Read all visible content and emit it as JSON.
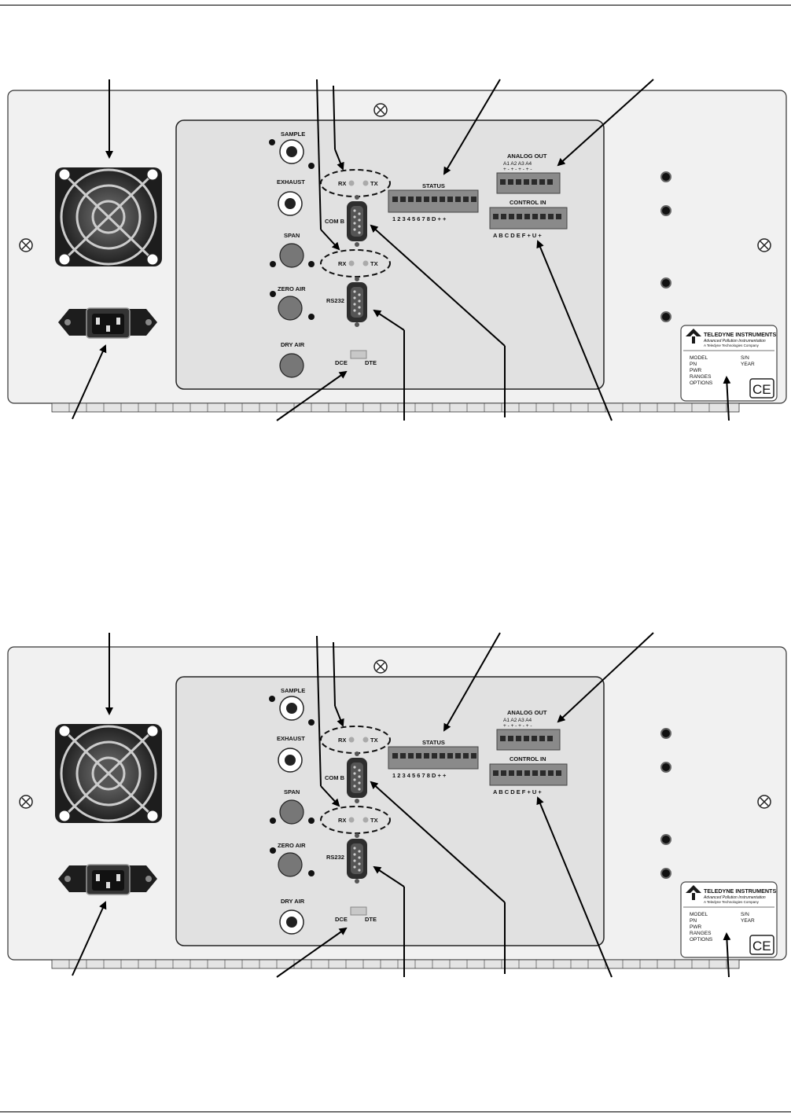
{
  "panels": [
    {
      "ports": {
        "sample": "SAMPLE",
        "exhaust": "EXHAUST",
        "span": "SPAN",
        "zero_air": "ZERO AIR",
        "dry_air": "DRY AIR"
      },
      "com": {
        "rx": "RX",
        "tx": "TX",
        "com_b": "COM B",
        "rs232": "RS232",
        "dce": "DCE",
        "dte": "DTE"
      },
      "status": {
        "title": "STATUS",
        "pins": "1 2 3 4 5 6 7 8 D   + +"
      },
      "analog_out": {
        "title": "ANALOG OUT",
        "channels": "A1  A2  A3  A4",
        "polarity": "+ -  + -  + -  + -"
      },
      "control_in": {
        "title": "CONTROL IN",
        "pins": "A B C D E F  + U +"
      },
      "nameplate": {
        "brand": "TELEDYNE INSTRUMENTS",
        "tagline": "Advanced Pollution Instrumentation",
        "sub": "A Teledyne Technologies Company",
        "model": "MODEL",
        "sn": "S/N",
        "pn": "PN",
        "year": "YEAR",
        "pwr": "PWR",
        "ranges": "RANGES",
        "options": "OPTIONS",
        "ce": "CE"
      }
    },
    {
      "ports": {
        "sample": "SAMPLE",
        "exhaust": "EXHAUST",
        "span": "SPAN",
        "zero_air": "ZERO AIR",
        "dry_air": "DRY AIR"
      },
      "com": {
        "rx": "RX",
        "tx": "TX",
        "com_b": "COM B",
        "rs232": "RS232",
        "dce": "DCE",
        "dte": "DTE"
      },
      "status": {
        "title": "STATUS",
        "pins": "1 2 3 4 5 6 7 8 D   + +"
      },
      "analog_out": {
        "title": "ANALOG OUT",
        "channels": "A1  A2  A3  A4",
        "polarity": "+ -  + -  + -  + -"
      },
      "control_in": {
        "title": "CONTROL IN",
        "pins": "A B C D E F  + U +"
      },
      "nameplate": {
        "brand": "TELEDYNE INSTRUMENTS",
        "tagline": "Advanced Pollution Instrumentation",
        "sub": "A Teledyne Technologies Company",
        "model": "MODEL",
        "sn": "S/N",
        "pn": "PN",
        "year": "YEAR",
        "pwr": "PWR",
        "ranges": "RANGES",
        "options": "OPTIONS",
        "ce": "CE"
      }
    }
  ]
}
